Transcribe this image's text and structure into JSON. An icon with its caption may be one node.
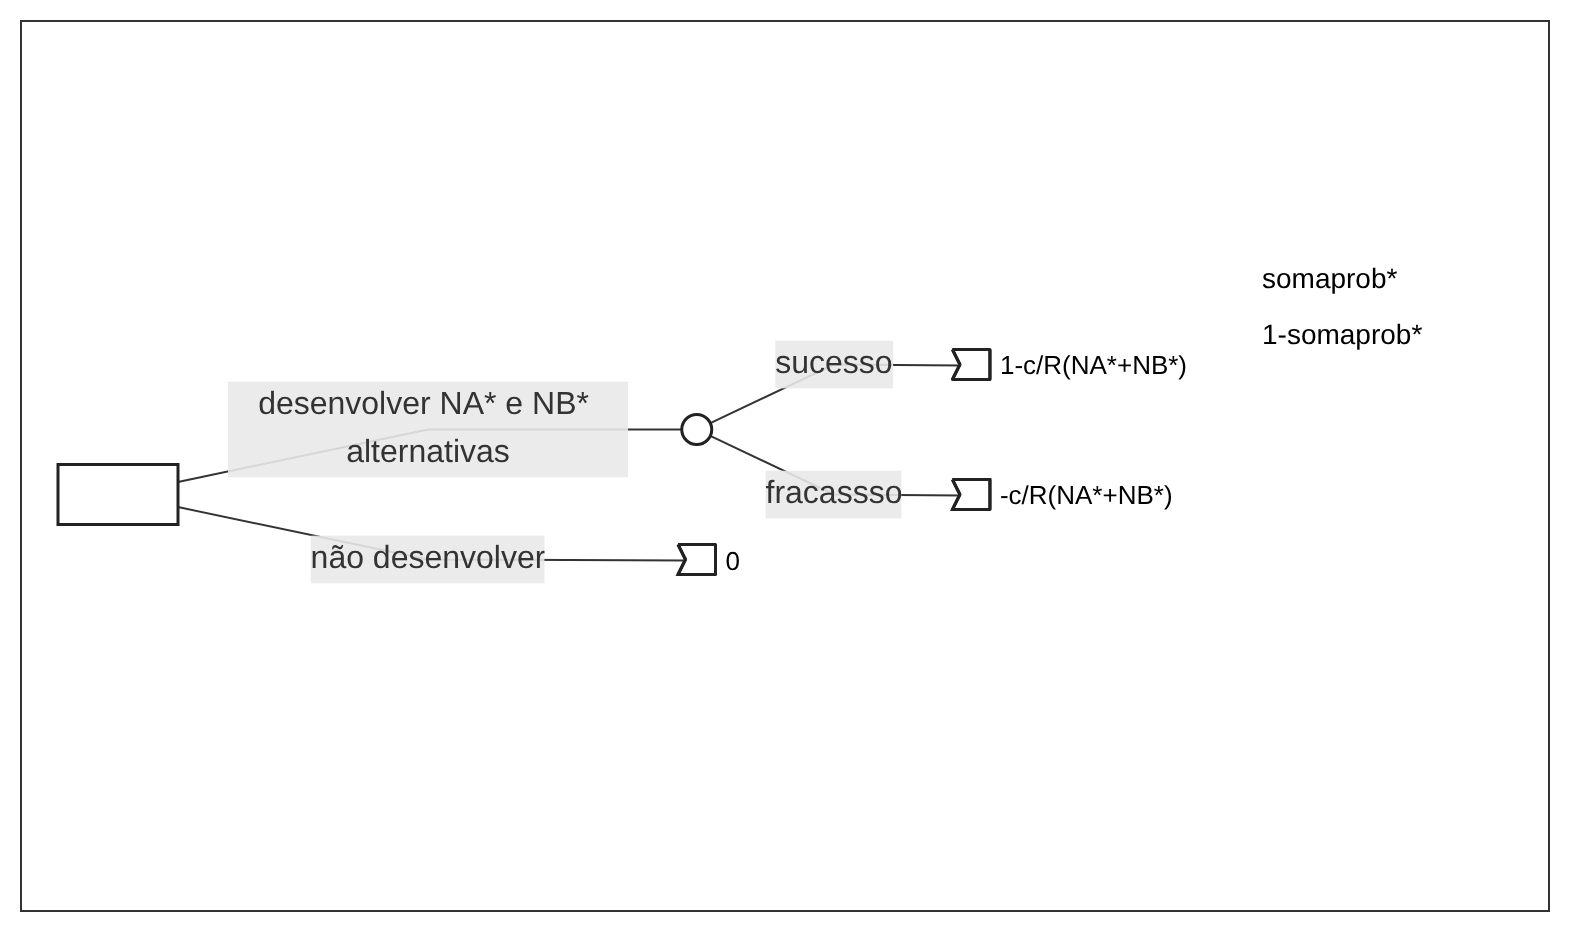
{
  "diagram": {
    "nodes": [
      {
        "text": [],
        "shape": "box"
      },
      {
        "text": [],
        "shape": "circle"
      },
      {
        "text": [],
        "shape": "triangle",
        "beside": [
          "1-c/R(NA*+NB*)"
        ]
      },
      {
        "text": [],
        "shape": "triangle",
        "beside": [
          "-c/R(NA*+NB*)"
        ]
      },
      {
        "text": [],
        "shape": "triangle",
        "beside": [
          "0"
        ]
      }
    ],
    "edges": [
      {
        "from": 0,
        "to": 1,
        "arrow": "none",
        "label": "desenvolver NA* e NB* alternativas"
      },
      {
        "from": 1,
        "to": 2,
        "arrow": "none",
        "label": "sucesso"
      },
      {
        "from": 1,
        "to": 3,
        "arrow": "none",
        "label": "fracassso"
      },
      {
        "from": 0,
        "to": 4,
        "arrow": "none",
        "label": "não desenvolver"
      }
    ],
    "labels": [
      "somaprob*",
      "1-somaprob*"
    ]
  }
}
